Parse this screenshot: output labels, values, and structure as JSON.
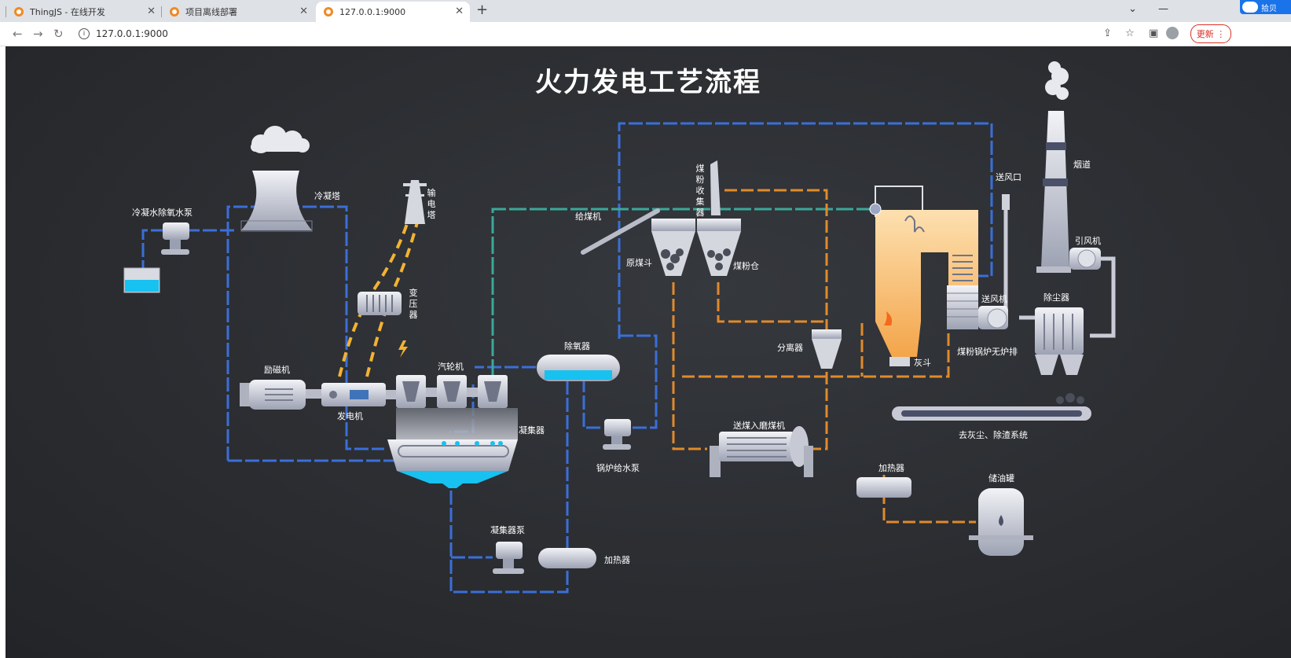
{
  "browser": {
    "tabs": [
      {
        "label": "ThingJS - 在线开发"
      },
      {
        "label": "项目离线部署"
      },
      {
        "label": "127.0.0.1:9000"
      }
    ],
    "url": "127.0.0.1:9000",
    "update_label": "更新",
    "extension_label": "拾贝"
  },
  "page": {
    "title": "火力发电工艺流程",
    "labels": {
      "cooling_pump": "冷凝水除氧水泵",
      "cooling_tower": "冷凝塔",
      "transmission_tower": "输电塔",
      "transformer": "变压器",
      "exciter": "励磁机",
      "generator": "发电机",
      "turbine": "汽轮机",
      "condenser": "凝集器",
      "deaerator": "除氧器",
      "boiler_feed_pump": "锅炉给水泵",
      "condenser_pump": "凝集器泵",
      "heater_bottom": "加热器",
      "coal_feeder": "给煤机",
      "raw_coal_hopper": "原煤斗",
      "pulverized_collector": "煤粉收集器",
      "pulverized_bin": "煤粉仓",
      "separator": "分离器",
      "coal_mill": "送煤入磨煤机",
      "ash_hopper": "灰斗",
      "air_inlet": "送风口",
      "chimney": "烟道",
      "induced_fan": "引风机",
      "supply_fan": "送风机",
      "dust_collector": "除尘器",
      "boiler_exhaust": "煤粉锅炉无炉排",
      "ash_system": "去灰尘、除渣系统",
      "heater_right": "加热器",
      "oil_tank": "储油罐"
    }
  },
  "colors": {
    "water_line": "#3a6fd8",
    "steam_line": "#3aa89a",
    "oil_line": "#e08a2c",
    "tank_fill": "#17c1f0",
    "boiler_fill": "#f7b864"
  }
}
